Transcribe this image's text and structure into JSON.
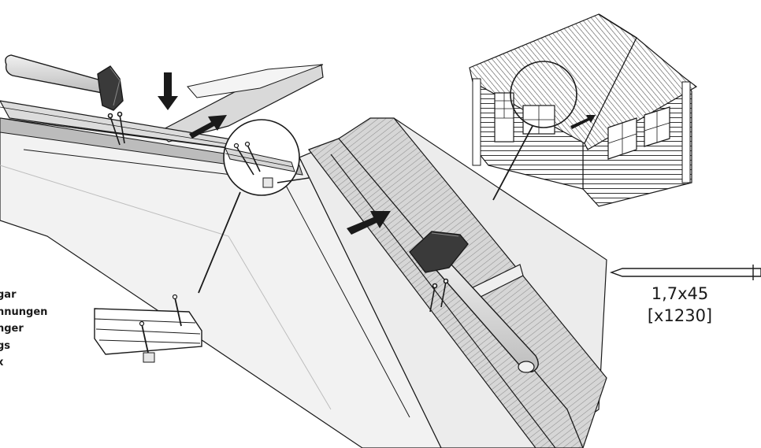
{
  "side_labels": [
    "gar",
    "hnungen",
    "nger",
    "gs",
    "x"
  ],
  "nail_spec": {
    "size": "1,7x45",
    "quantity": "[x1230]"
  },
  "colors": {
    "line": "#1a1a1a",
    "board": "#d4d4d4",
    "board_light": "#ededed",
    "board_dark": "#9a9a9a",
    "roof_hatch": "#555555"
  },
  "icons": [
    "hammer-icon",
    "down-arrow-icon",
    "direction-arrow-icon",
    "nail-icon"
  ]
}
